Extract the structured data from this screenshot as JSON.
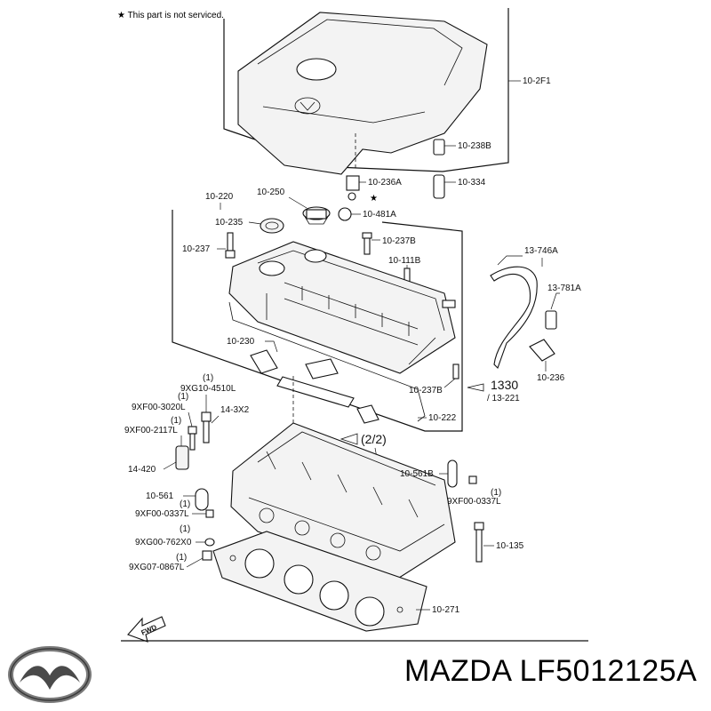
{
  "diagram": {
    "note": "★ This part is not serviced.",
    "labels": {
      "p_10_2F1": "10-2F1",
      "p_10_238B": "10-238B",
      "p_10_236A": "10-236A",
      "p_10_334": "10-334",
      "p_10_220": "10-220",
      "p_10_250": "10-250",
      "p_10_481A": "10-481A",
      "p_10_235": "10-235",
      "p_10_237": "10-237",
      "p_10_237B_top": "10-237B",
      "p_10_111B": "10-111B",
      "p_13_746A": "13-746A",
      "p_13_781A": "13-781A",
      "p_10_236": "10-236",
      "p_1330": "1330",
      "p_13_221": "/ 13-221",
      "p_10_230": "10-230",
      "p_10_237B_bottom": "10-237B",
      "p_10_222": "10-222",
      "p_9XG10_4510L": "9XG10-4510L",
      "p_9XF00_3020L": "9XF00-3020L",
      "p_14_3X2": "14-3X2",
      "p_9XF00_2117L": "9XF00-2117L",
      "p_2_2": "(2/2)",
      "p_14_420": "14-420",
      "p_10_561B": "10-561B",
      "p_10_561": "10-561",
      "p_9XF00_0337L_right": "9XF00-0337L",
      "p_9XF00_0337L_left": "9XF00-0337L",
      "p_9XG00_762X0": "9XG00-762X0",
      "p_10_135": "10-135",
      "p_9XG07_0867L": "9XG07-0867L",
      "p_10_271": "10-271",
      "qty": "(1)",
      "fwd": "FWD"
    }
  },
  "footer": {
    "brand_text": "MAZDA LF5012125A"
  }
}
